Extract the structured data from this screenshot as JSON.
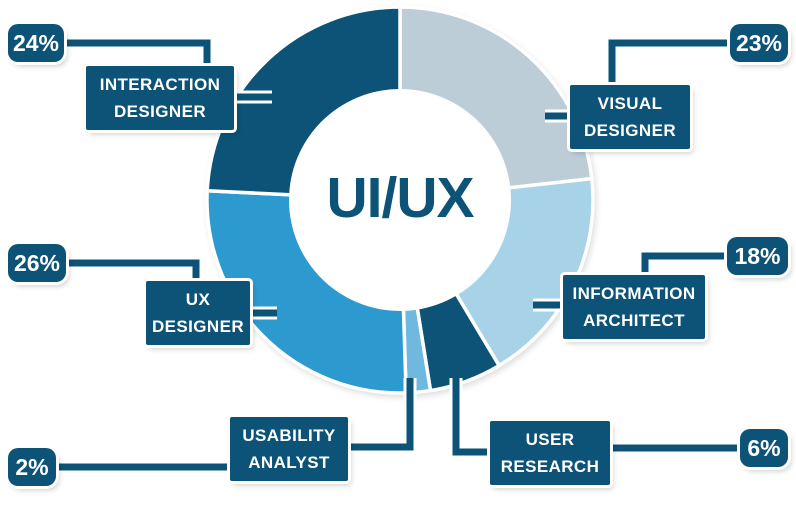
{
  "center": {
    "title": "UI/UX"
  },
  "chart_data": {
    "type": "pie",
    "subtype": "donut",
    "title": "UI/UX",
    "categories": [
      "Visual Designer",
      "Information Architect",
      "User Research",
      "Usability Analyst",
      "UX Designer",
      "Interaction Designer"
    ],
    "values": [
      23,
      18,
      6,
      2,
      26,
      24
    ],
    "unit": "%",
    "colors": [
      "#BCCDD7",
      "#A7D2E8",
      "#0D5377",
      "#6FB8DF",
      "#2C99CF",
      "#0D5377"
    ],
    "start_angle_deg": 0,
    "direction": "clockwise",
    "legend_position": "callouts-around-chart"
  },
  "callouts": {
    "interaction_designer": {
      "percent": "24%",
      "line1": "INTERACTION",
      "line2": "DESIGNER"
    },
    "visual_designer": {
      "percent": "23%",
      "line1": "VISUAL",
      "line2": "DESIGNER"
    },
    "ux_designer": {
      "percent": "26%",
      "line1": "UX",
      "line2": "DESIGNER"
    },
    "information_architect": {
      "percent": "18%",
      "line1": "INFORMATION",
      "line2": "ARCHITECT"
    },
    "usability_analyst": {
      "percent": "2%",
      "line1": "USABILITY",
      "line2": "ANALYST"
    },
    "user_research": {
      "percent": "6%",
      "line1": "USER",
      "line2": "RESEARCH"
    }
  },
  "palette": {
    "navy": "#0D5377",
    "bright_blue": "#2C99CF",
    "light_blue": "#A7D2E8",
    "pale_blue": "#BCCDD7",
    "sliver_blue": "#6FB8DF",
    "background": "#FFFFFF",
    "text_on_dark": "#FFFFFF"
  }
}
